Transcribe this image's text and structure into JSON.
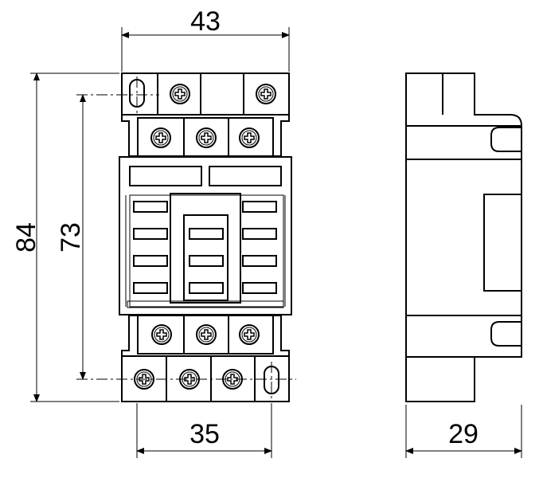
{
  "dimensions": {
    "top_width": "43",
    "overall_height": "84",
    "mount_pitch": "73",
    "bottom_width": "35",
    "side_depth": "29"
  },
  "colors": {
    "line": "#000000",
    "background": "#ffffff"
  },
  "icons": {
    "terminal": "screw-terminal-icon",
    "slot": "mounting-slot-icon"
  }
}
